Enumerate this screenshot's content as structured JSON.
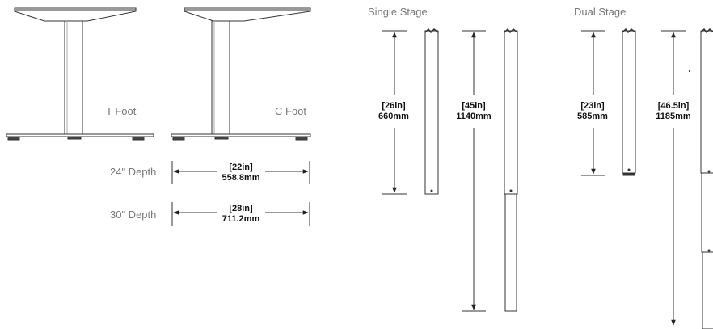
{
  "feet": {
    "t_foot_label": "T Foot",
    "c_foot_label": "C Foot"
  },
  "depth": {
    "d24": {
      "label": "24\" Depth",
      "inches": "[22in]",
      "mm": "558.8mm"
    },
    "d30": {
      "label": "30\" Depth",
      "inches": "[28in]",
      "mm": "711.2mm"
    }
  },
  "single_stage": {
    "title": "Single Stage",
    "min": {
      "inches": "[26in]",
      "mm": "660mm"
    },
    "max": {
      "inches": "[45in]",
      "mm": "1140mm"
    }
  },
  "dual_stage": {
    "title": "Dual Stage",
    "min": {
      "inches": "[23in]",
      "mm": "585mm"
    },
    "max": {
      "inches": "[46.5in]",
      "mm": "1185mm"
    }
  }
}
